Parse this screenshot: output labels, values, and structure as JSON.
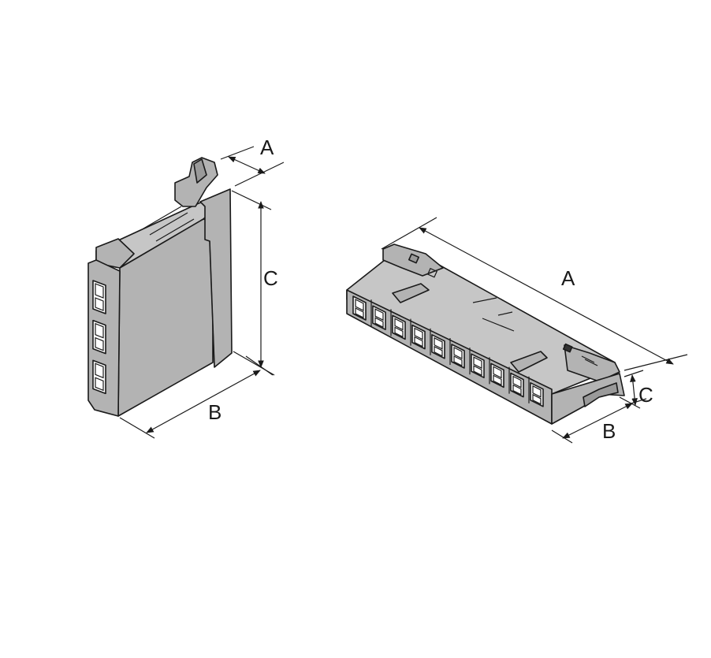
{
  "figure": {
    "background": "#ffffff",
    "body_color": "#b3b3b3",
    "shade_color": "#9a9a9a",
    "light_color": "#c6c6c6",
    "line_color": "#1a1a1a"
  },
  "left_connector": {
    "labels": {
      "a": "A",
      "b": "B",
      "c": "C"
    },
    "cavity_count": 3
  },
  "right_connector": {
    "labels": {
      "a": "A",
      "b": "B",
      "c": "C"
    },
    "cavity_count": 10
  }
}
